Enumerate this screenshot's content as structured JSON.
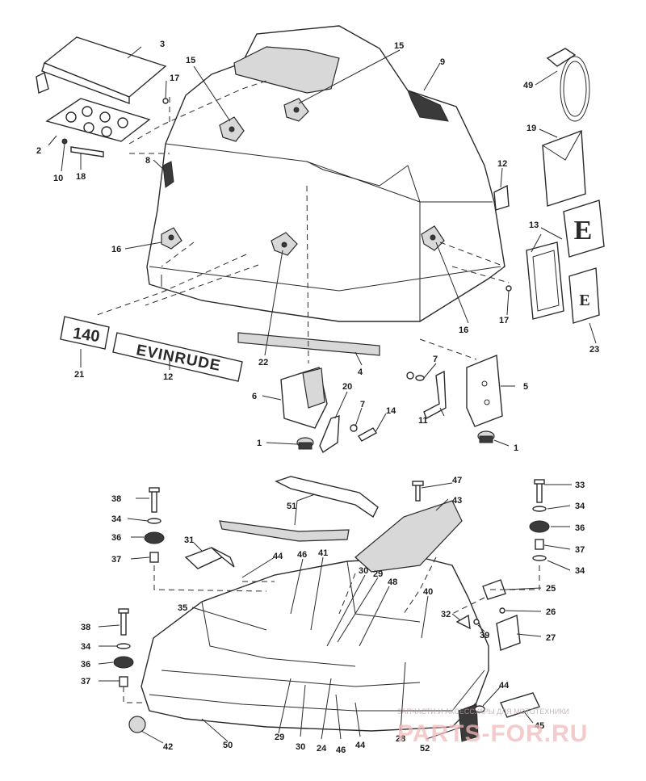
{
  "diagram": {
    "labels": [
      {
        "id": "3",
        "text": "3"
      },
      {
        "id": "15a",
        "text": "15"
      },
      {
        "id": "15b",
        "text": "15"
      },
      {
        "id": "9",
        "text": "9"
      },
      {
        "id": "49",
        "text": "49"
      },
      {
        "id": "17a",
        "text": "17"
      },
      {
        "id": "2",
        "text": "2"
      },
      {
        "id": "10",
        "text": "10"
      },
      {
        "id": "18",
        "text": "18"
      },
      {
        "id": "8",
        "text": "8"
      },
      {
        "id": "19",
        "text": "19"
      },
      {
        "id": "12a",
        "text": "12"
      },
      {
        "id": "13",
        "text": "13"
      },
      {
        "id": "16a",
        "text": "16"
      },
      {
        "id": "16b",
        "text": "16"
      },
      {
        "id": "17b",
        "text": "17"
      },
      {
        "id": "23",
        "text": "23"
      },
      {
        "id": "21",
        "text": "21"
      },
      {
        "id": "12b",
        "text": "12"
      },
      {
        "id": "22",
        "text": "22"
      },
      {
        "id": "4",
        "text": "4"
      },
      {
        "id": "7a",
        "text": "7"
      },
      {
        "id": "5",
        "text": "5"
      },
      {
        "id": "6",
        "text": "6"
      },
      {
        "id": "20",
        "text": "20"
      },
      {
        "id": "7b",
        "text": "7"
      },
      {
        "id": "14",
        "text": "14"
      },
      {
        "id": "11",
        "text": "11"
      },
      {
        "id": "1a",
        "text": "1"
      },
      {
        "id": "1b",
        "text": "1"
      },
      {
        "id": "47",
        "text": "47"
      },
      {
        "id": "38a",
        "text": "38"
      },
      {
        "id": "43",
        "text": "43"
      },
      {
        "id": "33",
        "text": "33"
      },
      {
        "id": "51",
        "text": "51"
      },
      {
        "id": "34a",
        "text": "34"
      },
      {
        "id": "34b",
        "text": "34"
      },
      {
        "id": "36a",
        "text": "36"
      },
      {
        "id": "36b",
        "text": "36"
      },
      {
        "id": "31",
        "text": "31"
      },
      {
        "id": "37a",
        "text": "37"
      },
      {
        "id": "37b",
        "text": "37"
      },
      {
        "id": "44a",
        "text": "44"
      },
      {
        "id": "46a",
        "text": "46"
      },
      {
        "id": "41",
        "text": "41"
      },
      {
        "id": "34c",
        "text": "34"
      },
      {
        "id": "30a",
        "text": "30"
      },
      {
        "id": "29a",
        "text": "29"
      },
      {
        "id": "48",
        "text": "48"
      },
      {
        "id": "25",
        "text": "25"
      },
      {
        "id": "40",
        "text": "40"
      },
      {
        "id": "35",
        "text": "35"
      },
      {
        "id": "26",
        "text": "26"
      },
      {
        "id": "32",
        "text": "32"
      },
      {
        "id": "38b",
        "text": "38"
      },
      {
        "id": "39",
        "text": "39"
      },
      {
        "id": "27",
        "text": "27"
      },
      {
        "id": "34d",
        "text": "34"
      },
      {
        "id": "36c",
        "text": "36"
      },
      {
        "id": "37c",
        "text": "37"
      },
      {
        "id": "44b",
        "text": "44"
      },
      {
        "id": "45",
        "text": "45"
      },
      {
        "id": "42",
        "text": "42"
      },
      {
        "id": "50",
        "text": "50"
      },
      {
        "id": "29b",
        "text": "29"
      },
      {
        "id": "30b",
        "text": "30"
      },
      {
        "id": "24",
        "text": "24"
      },
      {
        "id": "46b",
        "text": "46"
      },
      {
        "id": "44c",
        "text": "44"
      },
      {
        "id": "28",
        "text": "28"
      },
      {
        "id": "52",
        "text": "52"
      }
    ],
    "decals": {
      "model_number": "140",
      "brand": "EVINRUDE",
      "emblem_letter": "E"
    }
  },
  "watermark": {
    "caption": "ЗАПЧАСТИ И АКСЕССУАРЫ ДЛЯ МОТОТЕХНИКИ",
    "logo": "PARTS-FOR.RU"
  },
  "colors": {
    "line": "#2a2a2a",
    "paper": "#ffffff",
    "watermark": "#f2b9b9"
  }
}
